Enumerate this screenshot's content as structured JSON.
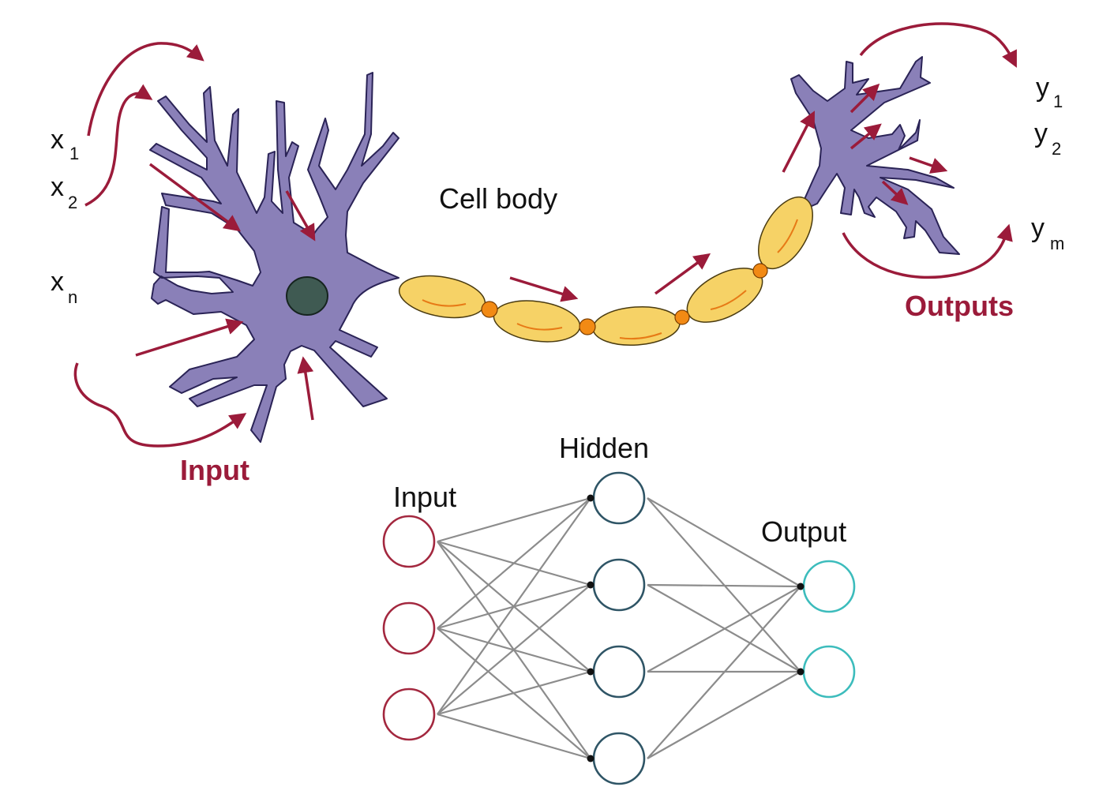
{
  "colors": {
    "arrow": "#9b1b3a",
    "neuron_body": "#8a80b8",
    "neuron_outline": "#2a2356",
    "nucleus": "#3f5a52",
    "myelin": "#f6d266",
    "node": "#f28a14",
    "input_node": "#a3283f",
    "hidden_node": "#2f5566",
    "output_node": "#3cbcbc",
    "edges": "#8c8c8c"
  },
  "biological": {
    "cell_body_label": "Cell body",
    "input_label": "Input",
    "outputs_label": "Outputs",
    "inputs": [
      {
        "base": "x",
        "sub": "1"
      },
      {
        "base": "x",
        "sub": "2"
      },
      {
        "base": "x",
        "sub": "n"
      }
    ],
    "outputs": [
      {
        "base": "y",
        "sub": "1"
      },
      {
        "base": "y",
        "sub": "2"
      },
      {
        "base": "y",
        "sub": "m"
      }
    ]
  },
  "network": {
    "input_label": "Input",
    "hidden_label": "Hidden",
    "output_label": "Output",
    "layers": [
      3,
      4,
      2
    ]
  }
}
